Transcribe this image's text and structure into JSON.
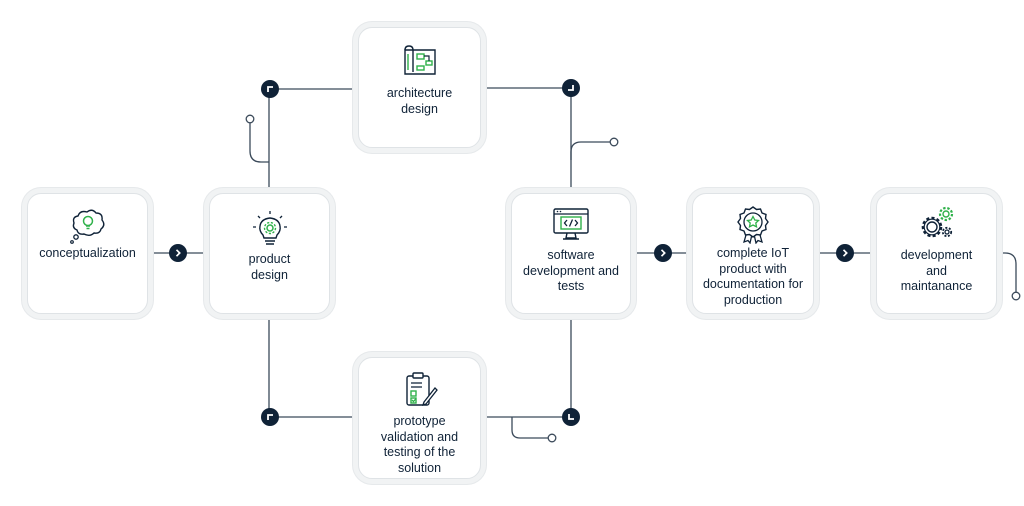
{
  "steps": {
    "conceptualization": {
      "label": "conceptualization",
      "icon": "thought-bubble-lightbulb-icon"
    },
    "product_design": {
      "label": "product design",
      "icon": "lightbulb-gear-icon"
    },
    "architecture_design": {
      "label": "architecture design",
      "icon": "blueprint-icon"
    },
    "prototype_validation": {
      "label": "prototype validation and testing of the solution",
      "icon": "clipboard-pencil-icon"
    },
    "software_development": {
      "label": "software development and tests",
      "icon": "monitor-code-icon"
    },
    "complete_iot_product": {
      "label": "complete IoT product with documentation for production",
      "icon": "award-badge-icon"
    },
    "development_maintanance": {
      "label": "development and maintanance",
      "icon": "gears-icon"
    }
  },
  "colors": {
    "line": "#3b4a5a",
    "node_dark": "#0f2237",
    "accent_green": "#2fb14a",
    "card_border": "#dfe3e6"
  }
}
